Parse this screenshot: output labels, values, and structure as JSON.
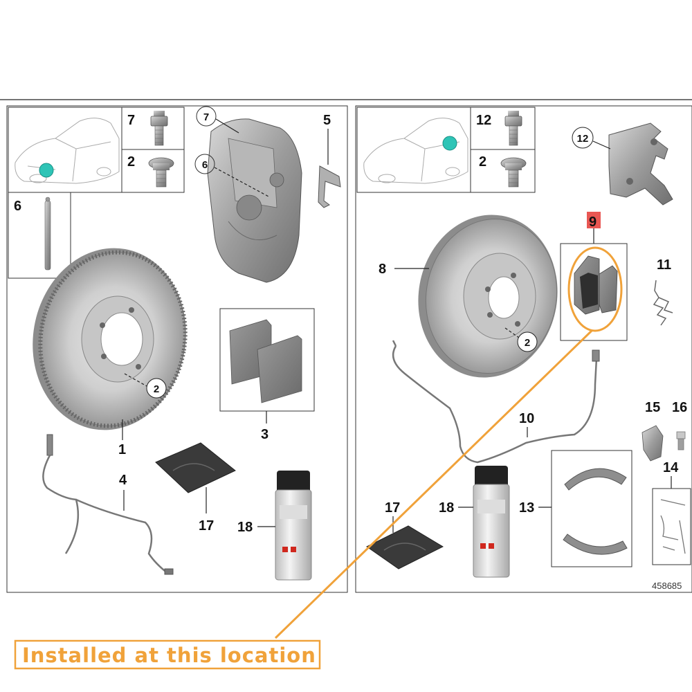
{
  "diagram": {
    "catalog_number": "458685",
    "callout_text": "Installed at this location",
    "highlight_color": "#f0a23a",
    "location_marker_color": "#2ec4b6",
    "selected_part_badge_color": "#e53935",
    "left_panel": {
      "inset_labels": [
        "7",
        "2",
        "6"
      ],
      "part_labels": [
        "7",
        "6",
        "5",
        "1",
        "2",
        "3",
        "4",
        "17",
        "18"
      ]
    },
    "right_panel": {
      "inset_labels": [
        "12",
        "2"
      ],
      "part_labels": [
        "12",
        "9",
        "8",
        "11",
        "2",
        "10",
        "15",
        "16",
        "14",
        "17",
        "18",
        "13"
      ]
    }
  }
}
